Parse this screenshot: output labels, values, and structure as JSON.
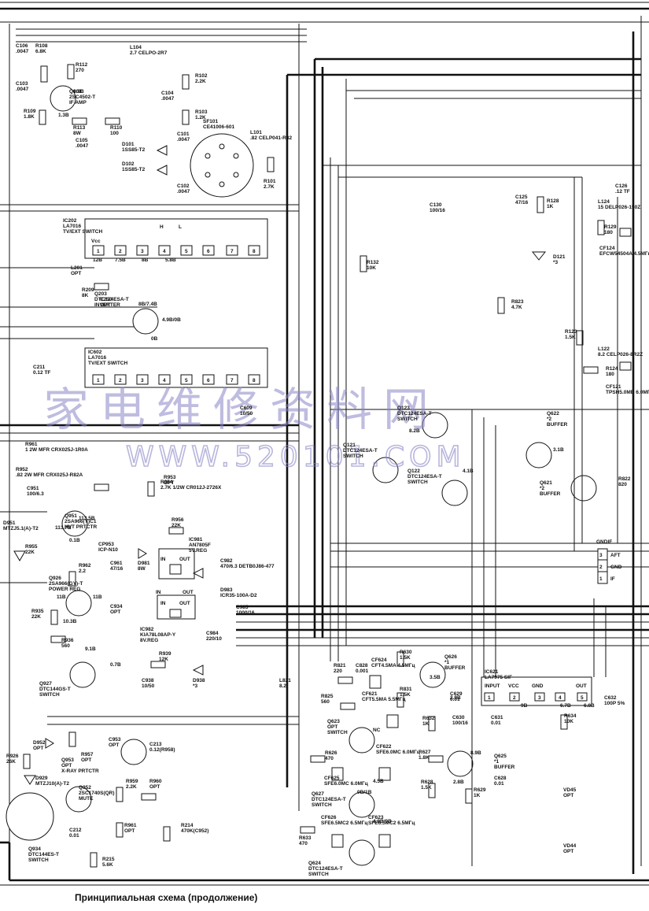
{
  "caption": "Принципиальная схема (продолжение)",
  "watermark": {
    "chinese": "家电维修资料网",
    "url": "WWW.520101.COM"
  },
  "components": [
    {
      "id": "C106",
      "value": ".0047"
    },
    {
      "id": "R108",
      "value": "6.8K"
    },
    {
      "id": "R112",
      "value": "270"
    },
    {
      "id": "C103",
      "value": ".0047"
    },
    {
      "id": "Q101",
      "value": "2SC4502-T",
      "note": "IF AMP"
    },
    {
      "id": "R109",
      "value": "1.8K"
    },
    {
      "id": "R113",
      "value": "8W"
    },
    {
      "id": "R110",
      "value": "100"
    },
    {
      "id": "C105",
      "value": ".0047"
    },
    {
      "id": "L104",
      "value": "2.7 CELPO-2R7"
    },
    {
      "id": "R102",
      "value": "2.2K"
    },
    {
      "id": "C104",
      "value": ".0047"
    },
    {
      "id": "R103",
      "value": "1.2K"
    },
    {
      "id": "SF101",
      "value": "CE41006-601"
    },
    {
      "id": "C101",
      "value": ".0047"
    },
    {
      "id": "D101",
      "value": "1SS85-T2"
    },
    {
      "id": "D102",
      "value": "1SS85-T2"
    },
    {
      "id": "C102",
      "value": ".0047"
    },
    {
      "id": "L101",
      "value": ".82 CELP041-R82"
    },
    {
      "id": "R101",
      "value": "2.7K"
    },
    {
      "id": "C130",
      "value": "100/16"
    },
    {
      "id": "C125",
      "value": "47/16"
    },
    {
      "id": "R128",
      "value": "1K"
    },
    {
      "id": "C126",
      "value": ".12 TF"
    },
    {
      "id": "L124",
      "value": "15 DELP026-150Z"
    },
    {
      "id": "R129",
      "value": "180"
    },
    {
      "id": "CF124",
      "value": "EFCW54504A 4.5МГц"
    },
    {
      "id": "D121",
      "value": "*3"
    },
    {
      "id": "IC202",
      "value": "LA7016",
      "note": "TV/EXT SWITCH"
    },
    {
      "id": "L201",
      "value": "OPT"
    },
    {
      "id": "R209",
      "value": "8K"
    },
    {
      "id": "C210",
      "value": "OPT"
    },
    {
      "id": "R132",
      "value": "10K"
    },
    {
      "id": "R823",
      "value": "4.7K"
    },
    {
      "id": "Q203",
      "value": "DTC124ESA-T",
      "note": "INVERTER"
    },
    {
      "id": "R123",
      "value": "1.5K"
    },
    {
      "id": "L122",
      "value": "8.2 CELP026-8R2Z"
    },
    {
      "id": "C211",
      "value": "0.12 TF"
    },
    {
      "id": "IC602",
      "value": "LA7016",
      "note": "TV/EXT SWITCH"
    },
    {
      "id": "R124",
      "value": "180"
    },
    {
      "id": "CF121",
      "value": "TPSH5.0MB 6.0МГц"
    },
    {
      "id": "C609",
      "value": "10/50"
    },
    {
      "id": "Q123",
      "value": "DTC124ESA-T",
      "note": "SWITCH"
    },
    {
      "id": "Q622",
      "value": "*2",
      "note": "BUFFER"
    },
    {
      "id": "R961",
      "value": "1 2W MFR CRX025J-1R0A"
    },
    {
      "id": "Q121",
      "value": "DTC124ESA-T",
      "note": "SWITCH"
    },
    {
      "id": "R952",
      "value": ".82 2W MFR CRX025J-R82A"
    },
    {
      "id": "R953",
      "value": "OPT"
    },
    {
      "id": "Q122",
      "value": "DTC124ESA-T",
      "note": "SWITCH"
    },
    {
      "id": "R954",
      "value": "2.7K 1/2W CR012J-2726X"
    },
    {
      "id": "Q621",
      "value": "*2",
      "note": "BUFFER"
    },
    {
      "id": "R822",
      "value": "820"
    },
    {
      "id": "C951",
      "value": "100/6.3"
    },
    {
      "id": "Q951",
      "value": "2SA966(Y)C1",
      "note": "HVT PRTCTR"
    },
    {
      "id": "R956",
      "value": "22K"
    },
    {
      "id": "D951",
      "value": "MTZJ5.1(A)-T2"
    },
    {
      "id": "R955",
      "value": "22K"
    },
    {
      "id": "IC981",
      "value": "AN7805F",
      "note": "5V.REG"
    },
    {
      "id": "CP953",
      "value": "ICP-N10"
    },
    {
      "id": "R962",
      "value": "2.2"
    },
    {
      "id": "C961",
      "value": "47/16"
    },
    {
      "id": "D981",
      "value": "8W"
    },
    {
      "id": "C982",
      "value": "470/6.3 DETB0J86-477"
    },
    {
      "id": "Q926",
      "value": "2SA966(GY)-T",
      "note": "POWER REG"
    },
    {
      "id": "D983",
      "value": "ICR35-100A-D2"
    },
    {
      "id": "R935",
      "value": "22K"
    },
    {
      "id": "C934",
      "value": "OPT"
    },
    {
      "id": "C985",
      "value": "1000/16"
    },
    {
      "id": "IC982",
      "value": "KIA78L08AP-Y",
      "note": "8V.REG"
    },
    {
      "id": "C984",
      "value": "220/10"
    },
    {
      "id": "R936",
      "value": "560"
    },
    {
      "id": "Q927",
      "value": "DTC144GS-T",
      "note": "SWITCH"
    },
    {
      "id": "R939",
      "value": "12K"
    },
    {
      "id": "C938",
      "value": "10/50"
    },
    {
      "id": "D938",
      "value": "*3"
    },
    {
      "id": "L821",
      "value": "8.2"
    },
    {
      "id": "R821",
      "value": "220"
    },
    {
      "id": "C828",
      "value": "0.001"
    },
    {
      "id": "CF624",
      "value": "CFT4.5MA 4.5МГц"
    },
    {
      "id": "R630",
      "value": "1.5K"
    },
    {
      "id": "Q626",
      "value": "*1",
      "note": "BUFFER"
    },
    {
      "id": "IC621",
      "value": "LA7975 SIF"
    },
    {
      "id": "R831",
      "value": "1.5K"
    },
    {
      "id": "C629",
      "value": "0.01"
    },
    {
      "id": "C632",
      "value": "100P 5%"
    },
    {
      "id": "R825",
      "value": "560"
    },
    {
      "id": "Q623",
      "value": "OPT",
      "note": "SWITCH"
    },
    {
      "id": "CF621",
      "value": "CFT5.5MA 5.5МГц"
    },
    {
      "id": "R632",
      "value": "1K"
    },
    {
      "id": "C630",
      "value": "100/16"
    },
    {
      "id": "C631",
      "value": "0.01"
    },
    {
      "id": "R634",
      "value": "10K"
    },
    {
      "id": "D952",
      "value": "OPT"
    },
    {
      "id": "C953",
      "value": "OPT"
    },
    {
      "id": "Q953",
      "value": "OPT",
      "note": "X-RAY PRTCTR"
    },
    {
      "id": "R957",
      "value": "OPT"
    },
    {
      "id": "C213",
      "value": "0.12(R958)"
    },
    {
      "id": "R626",
      "value": "470"
    },
    {
      "id": "CF625",
      "value": "SFE6.0MC 6.0МГц"
    },
    {
      "id": "CF622",
      "value": "SFE6.0MC 6.0МГц"
    },
    {
      "id": "R627",
      "value": "1.8K"
    },
    {
      "id": "Q625",
      "value": "*1",
      "note": "BUFFER"
    },
    {
      "id": "R926",
      "value": "26K"
    },
    {
      "id": "D929",
      "value": "MTZJ10(A)-T2"
    },
    {
      "id": "R959",
      "value": "2.2K"
    },
    {
      "id": "R960",
      "value": "OPT"
    },
    {
      "id": "Q952",
      "value": "2SC1740S(QR)",
      "note": "MUTE"
    },
    {
      "id": "R628",
      "value": "1.5K"
    },
    {
      "id": "R629",
      "value": "1K"
    },
    {
      "id": "C628",
      "value": "0.01"
    },
    {
      "id": "VD45",
      "value": "OPT"
    },
    {
      "id": "Q627",
      "value": "DTC124ESA-T",
      "note": "SWITCH"
    },
    {
      "id": "CF626",
      "value": "SFE6.5MC2 6.5МГц"
    },
    {
      "id": "CF623",
      "value": "SFE6.5MC2 6.5МГц"
    },
    {
      "id": "R961",
      "value": "OPT"
    },
    {
      "id": "R214",
      "value": "470K(C952)"
    },
    {
      "id": "C212",
      "value": "0.01"
    },
    {
      "id": "Q934",
      "value": "DTC144ES-T",
      "note": "SWITCH"
    },
    {
      "id": "R215",
      "value": "5.6K"
    },
    {
      "id": "R633",
      "value": "470"
    },
    {
      "id": "Q624",
      "value": "DTC124ESA-T",
      "note": "SWITCH"
    },
    {
      "id": "VD44",
      "value": "OPT"
    }
  ],
  "voltages": [
    "9.9B",
    "1.3B",
    "8B/7.4B",
    "4.9B/0B",
    "0B",
    "12B",
    "7.5B",
    "8B",
    "5.8B",
    "113.5B",
    "113.7B",
    "0.1B",
    "11B",
    "11B",
    "10.3B",
    "9.1B",
    "0.7B",
    "8.2B",
    "4.1B",
    "3.1B",
    "3.5B",
    "2.9B",
    "4.5B",
    "4.8B/0B",
    "0B/1B",
    "9B",
    "6.7B",
    "6.8B",
    "8.9B",
    "2.8B"
  ],
  "ic_pins": {
    "ic202": [
      "1",
      "2",
      "3",
      "4",
      "5",
      "6",
      "7",
      "8"
    ],
    "ic602": [
      "1",
      "2",
      "3",
      "4",
      "5",
      "6",
      "7",
      "8"
    ],
    "ic621": [
      "1",
      "2",
      "3",
      "4",
      "5"
    ],
    "ic621_labels": [
      "INPUT",
      "VCC",
      "GND",
      "OUT"
    ],
    "reg": [
      "IN",
      "OUT"
    ]
  },
  "connector": {
    "label": "GNDIF",
    "pins": [
      "3",
      "2",
      "1"
    ],
    "signals": [
      "AFT",
      "GND",
      "IF"
    ]
  },
  "misc_labels": [
    "Vcc",
    "H",
    "L",
    "NC",
    "IN",
    "OUT"
  ]
}
